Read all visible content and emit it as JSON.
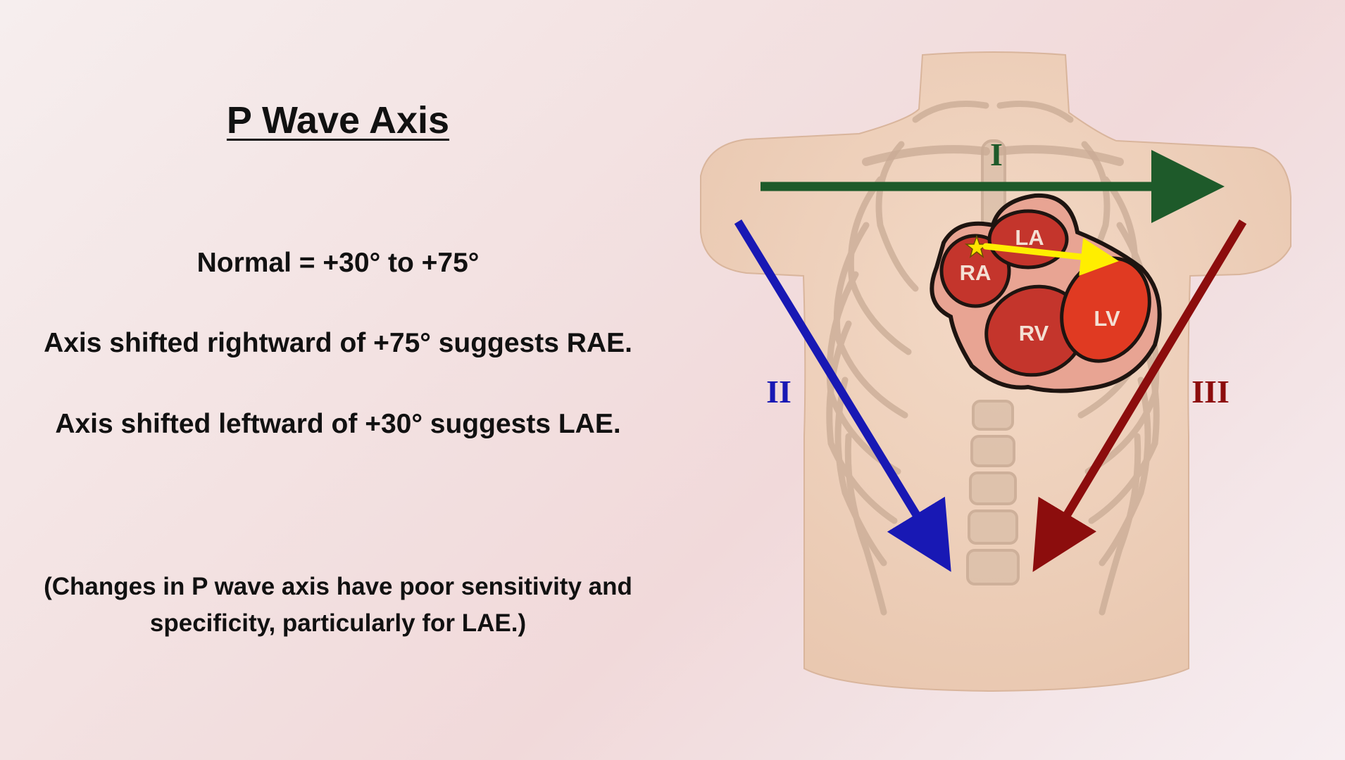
{
  "title": "P Wave Axis",
  "lines": {
    "normal": "Normal = +30° to +75°",
    "rightward": "Axis shifted rightward of +75° suggests RAE.",
    "leftward": "Axis shifted leftward of +30° suggests LAE."
  },
  "note": {
    "line1": "(Changes in P wave axis have poor sensitivity and",
    "line2": "specificity, particularly for LAE.)"
  },
  "diagram": {
    "leads": {
      "lead_I": "I",
      "lead_II": "II",
      "lead_III": "III"
    },
    "chambers": {
      "ra": "RA",
      "la": "LA",
      "rv": "RV",
      "lv": "LV"
    },
    "colors": {
      "lead_I": "#1e5a2a",
      "lead_II": "#1818b4",
      "lead_III": "#8c0d0d",
      "p_wave_vector": "#ffee00",
      "torso": "#f0d2bc"
    }
  }
}
